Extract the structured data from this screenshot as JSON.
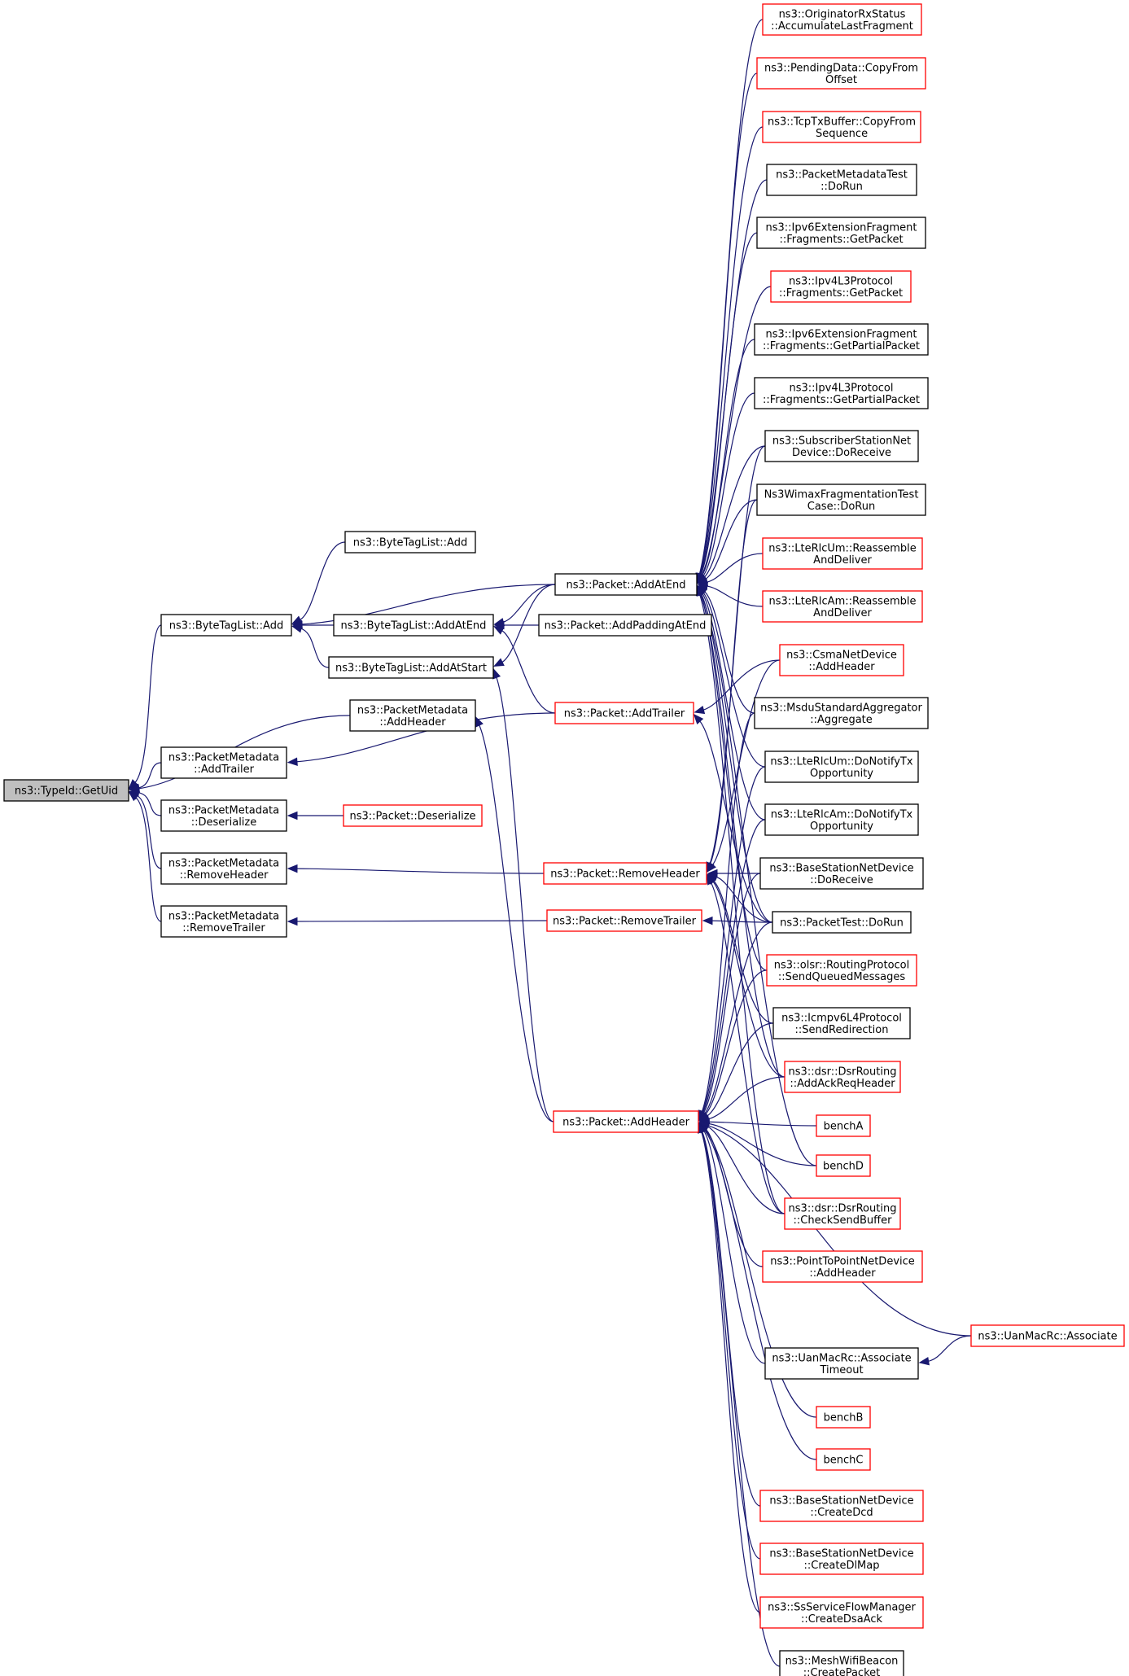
{
  "graph": {
    "root": "getuid",
    "colors": {
      "edge": "#191970",
      "border_black": "#000000",
      "border_red": "#ff0000",
      "root_fill": "#bfbfbf"
    },
    "nodes": [
      {
        "id": "getuid",
        "lines": [
          "ns3::TypeId::GetUid"
        ],
        "color": "root"
      },
      {
        "id": "btl_add",
        "lines": [
          "ns3::ByteTagList::Add"
        ],
        "color": "black"
      },
      {
        "id": "btl_add2",
        "lines": [
          "ns3::ByteTagList::Add"
        ],
        "color": "black"
      },
      {
        "id": "btl_addatend",
        "lines": [
          "ns3::ByteTagList::AddAtEnd"
        ],
        "color": "black"
      },
      {
        "id": "btl_addatstart",
        "lines": [
          "ns3::ByteTagList::AddAtStart"
        ],
        "color": "black"
      },
      {
        "id": "pm_addheader",
        "lines": [
          "ns3::PacketMetadata",
          "::AddHeader"
        ],
        "color": "black"
      },
      {
        "id": "pm_addtrailer",
        "lines": [
          "ns3::PacketMetadata",
          "::AddTrailer"
        ],
        "color": "black"
      },
      {
        "id": "pm_deserialize",
        "lines": [
          "ns3::PacketMetadata",
          "::Deserialize"
        ],
        "color": "black"
      },
      {
        "id": "pm_removeheader",
        "lines": [
          "ns3::PacketMetadata",
          "::RemoveHeader"
        ],
        "color": "black"
      },
      {
        "id": "pm_removetrailer",
        "lines": [
          "ns3::PacketMetadata",
          "::RemoveTrailer"
        ],
        "color": "black"
      },
      {
        "id": "p_addatend",
        "lines": [
          "ns3::Packet::AddAtEnd"
        ],
        "color": "black"
      },
      {
        "id": "p_addpaddingatend",
        "lines": [
          "ns3::Packet::AddPaddingAtEnd"
        ],
        "color": "black"
      },
      {
        "id": "p_addtrailer",
        "lines": [
          "ns3::Packet::AddTrailer"
        ],
        "color": "red"
      },
      {
        "id": "p_deserialize",
        "lines": [
          "ns3::Packet::Deserialize"
        ],
        "color": "red"
      },
      {
        "id": "p_removeheader",
        "lines": [
          "ns3::Packet::RemoveHeader"
        ],
        "color": "red"
      },
      {
        "id": "p_removetrailer",
        "lines": [
          "ns3::Packet::RemoveTrailer"
        ],
        "color": "red"
      },
      {
        "id": "p_addheader",
        "lines": [
          "ns3::Packet::AddHeader"
        ],
        "color": "red"
      },
      {
        "id": "c_origrx",
        "lines": [
          "ns3::OriginatorRxStatus",
          "::AccumulateLastFragment"
        ],
        "color": "red"
      },
      {
        "id": "c_pendingdata",
        "lines": [
          "ns3::PendingData::CopyFrom",
          "Offset"
        ],
        "color": "red"
      },
      {
        "id": "c_tcptx",
        "lines": [
          "ns3::TcpTxBuffer::CopyFrom",
          "Sequence"
        ],
        "color": "red"
      },
      {
        "id": "c_pmtest",
        "lines": [
          "ns3::PacketMetadataTest",
          "::DoRun"
        ],
        "color": "black"
      },
      {
        "id": "c_ipv6frag_get",
        "lines": [
          "ns3::Ipv6ExtensionFragment",
          "::Fragments::GetPacket"
        ],
        "color": "black"
      },
      {
        "id": "c_ipv4frag_get",
        "lines": [
          "ns3::Ipv4L3Protocol",
          "::Fragments::GetPacket"
        ],
        "color": "red"
      },
      {
        "id": "c_ipv6frag_partial",
        "lines": [
          "ns3::Ipv6ExtensionFragment",
          "::Fragments::GetPartialPacket"
        ],
        "color": "black"
      },
      {
        "id": "c_ipv4frag_partial",
        "lines": [
          "ns3::Ipv4L3Protocol",
          "::Fragments::GetPartialPacket"
        ],
        "color": "black"
      },
      {
        "id": "c_ssnd",
        "lines": [
          "ns3::SubscriberStationNet",
          "Device::DoReceive"
        ],
        "color": "black"
      },
      {
        "id": "c_wimaxfrag",
        "lines": [
          "Ns3WimaxFragmentationTest",
          "Case::DoRun"
        ],
        "color": "black"
      },
      {
        "id": "c_lterlcum_re",
        "lines": [
          "ns3::LteRlcUm::Reassemble",
          "AndDeliver"
        ],
        "color": "red"
      },
      {
        "id": "c_lterlcam_re",
        "lines": [
          "ns3::LteRlcAm::Reassemble",
          "AndDeliver"
        ],
        "color": "red"
      },
      {
        "id": "c_csma",
        "lines": [
          "ns3::CsmaNetDevice",
          "::AddHeader"
        ],
        "color": "red"
      },
      {
        "id": "c_msdu",
        "lines": [
          "ns3::MsduStandardAggregator",
          "::Aggregate"
        ],
        "color": "black"
      },
      {
        "id": "c_lterlcum_tx",
        "lines": [
          "ns3::LteRlcUm::DoNotifyTx",
          "Opportunity"
        ],
        "color": "black"
      },
      {
        "id": "c_lterlcam_tx",
        "lines": [
          "ns3::LteRlcAm::DoNotifyTx",
          "Opportunity"
        ],
        "color": "black"
      },
      {
        "id": "c_bsnd",
        "lines": [
          "ns3::BaseStationNetDevice",
          "::DoReceive"
        ],
        "color": "black"
      },
      {
        "id": "c_packettest",
        "lines": [
          "ns3::PacketTest::DoRun"
        ],
        "color": "black"
      },
      {
        "id": "c_olsr",
        "lines": [
          "ns3::olsr::RoutingProtocol",
          "::SendQueuedMessages"
        ],
        "color": "red"
      },
      {
        "id": "c_icmpv6",
        "lines": [
          "ns3::Icmpv6L4Protocol",
          "::SendRedirection"
        ],
        "color": "black"
      },
      {
        "id": "c_dsr_ack",
        "lines": [
          "ns3::dsr::DsrRouting",
          "::AddAckReqHeader"
        ],
        "color": "red"
      },
      {
        "id": "c_bencha",
        "lines": [
          "benchA"
        ],
        "color": "red"
      },
      {
        "id": "c_benchd",
        "lines": [
          "benchD"
        ],
        "color": "red"
      },
      {
        "id": "c_dsr_check",
        "lines": [
          "ns3::dsr::DsrRouting",
          "::CheckSendBuffer"
        ],
        "color": "red"
      },
      {
        "id": "c_p2p",
        "lines": [
          "ns3::PointToPointNetDevice",
          "::AddHeader"
        ],
        "color": "red"
      },
      {
        "id": "c_uan_assoc",
        "lines": [
          "ns3::UanMacRc::Associate"
        ],
        "color": "red"
      },
      {
        "id": "c_uan_timeout",
        "lines": [
          "ns3::UanMacRc::Associate",
          "Timeout"
        ],
        "color": "black"
      },
      {
        "id": "c_benchb",
        "lines": [
          "benchB"
        ],
        "color": "red"
      },
      {
        "id": "c_benchc",
        "lines": [
          "benchC"
        ],
        "color": "red"
      },
      {
        "id": "c_bs_dcd",
        "lines": [
          "ns3::BaseStationNetDevice",
          "::CreateDcd"
        ],
        "color": "red"
      },
      {
        "id": "c_bs_dlmap",
        "lines": [
          "ns3::BaseStationNetDevice",
          "::CreateDlMap"
        ],
        "color": "red"
      },
      {
        "id": "c_ssflow",
        "lines": [
          "ns3::SsServiceFlowManager",
          "::CreateDsaAck"
        ],
        "color": "red"
      },
      {
        "id": "c_meshbeacon",
        "lines": [
          "ns3::MeshWifiBeacon",
          "::CreatePacket"
        ],
        "color": "black"
      }
    ],
    "edges": [
      [
        "btl_add",
        "getuid"
      ],
      [
        "pm_addheader",
        "getuid"
      ],
      [
        "pm_addtrailer",
        "getuid"
      ],
      [
        "pm_deserialize",
        "getuid"
      ],
      [
        "pm_removeheader",
        "getuid"
      ],
      [
        "pm_removetrailer",
        "getuid"
      ],
      [
        "btl_add2",
        "btl_add"
      ],
      [
        "btl_addatend",
        "btl_add"
      ],
      [
        "btl_addatstart",
        "btl_add"
      ],
      [
        "p_addatend",
        "btl_add"
      ],
      [
        "p_addatend",
        "btl_addatend"
      ],
      [
        "p_addpaddingatend",
        "btl_addatend"
      ],
      [
        "p_addtrailer",
        "btl_addatend"
      ],
      [
        "p_addatend",
        "btl_addatstart"
      ],
      [
        "p_addheader",
        "btl_addatstart"
      ],
      [
        "p_addheader",
        "pm_addheader"
      ],
      [
        "p_addtrailer",
        "pm_addtrailer"
      ],
      [
        "p_deserialize",
        "pm_deserialize"
      ],
      [
        "p_removeheader",
        "pm_removeheader"
      ],
      [
        "p_removetrailer",
        "pm_removetrailer"
      ],
      [
        "c_origrx",
        "p_addatend"
      ],
      [
        "c_pendingdata",
        "p_addatend"
      ],
      [
        "c_tcptx",
        "p_addatend"
      ],
      [
        "c_pmtest",
        "p_addatend"
      ],
      [
        "c_ipv6frag_get",
        "p_addatend"
      ],
      [
        "c_ipv4frag_get",
        "p_addatend"
      ],
      [
        "c_ipv6frag_partial",
        "p_addatend"
      ],
      [
        "c_ipv4frag_partial",
        "p_addatend"
      ],
      [
        "c_ssnd",
        "p_addatend"
      ],
      [
        "c_wimaxfrag",
        "p_addatend"
      ],
      [
        "c_lterlcum_re",
        "p_addatend"
      ],
      [
        "c_lterlcam_re",
        "p_addatend"
      ],
      [
        "c_msdu",
        "p_addatend"
      ],
      [
        "c_lterlcum_tx",
        "p_addatend"
      ],
      [
        "c_lterlcam_tx",
        "p_addatend"
      ],
      [
        "c_packettest",
        "p_addatend"
      ],
      [
        "c_olsr",
        "p_addatend"
      ],
      [
        "c_dsr_ack",
        "p_addatend"
      ],
      [
        "c_benchd",
        "p_addatend"
      ],
      [
        "c_dsr_check",
        "p_addatend"
      ],
      [
        "c_csma",
        "p_addtrailer"
      ],
      [
        "c_packettest",
        "p_addtrailer"
      ],
      [
        "c_ssnd",
        "p_removeheader"
      ],
      [
        "c_wimaxfrag",
        "p_removeheader"
      ],
      [
        "c_csma",
        "p_removeheader"
      ],
      [
        "c_bsnd",
        "p_removeheader"
      ],
      [
        "c_packettest",
        "p_removeheader"
      ],
      [
        "c_icmpv6",
        "p_removeheader"
      ],
      [
        "c_dsr_ack",
        "p_removeheader"
      ],
      [
        "c_dsr_check",
        "p_removeheader"
      ],
      [
        "c_packettest",
        "p_removetrailer"
      ],
      [
        "c_msdu",
        "p_addheader"
      ],
      [
        "c_lterlcum_tx",
        "p_addheader"
      ],
      [
        "c_lterlcam_tx",
        "p_addheader"
      ],
      [
        "c_bsnd",
        "p_addheader"
      ],
      [
        "c_packettest",
        "p_addheader"
      ],
      [
        "c_olsr",
        "p_addheader"
      ],
      [
        "c_icmpv6",
        "p_addheader"
      ],
      [
        "c_dsr_ack",
        "p_addheader"
      ],
      [
        "c_bencha",
        "p_addheader"
      ],
      [
        "c_benchd",
        "p_addheader"
      ],
      [
        "c_dsr_check",
        "p_addheader"
      ],
      [
        "c_p2p",
        "p_addheader"
      ],
      [
        "c_uan_assoc",
        "p_addheader"
      ],
      [
        "c_uan_timeout",
        "p_addheader"
      ],
      [
        "c_benchb",
        "p_addheader"
      ],
      [
        "c_benchc",
        "p_addheader"
      ],
      [
        "c_bs_dcd",
        "p_addheader"
      ],
      [
        "c_bs_dlmap",
        "p_addheader"
      ],
      [
        "c_ssflow",
        "p_addheader"
      ],
      [
        "c_meshbeacon",
        "p_addheader"
      ],
      [
        "c_uan_assoc",
        "c_uan_timeout"
      ]
    ]
  }
}
